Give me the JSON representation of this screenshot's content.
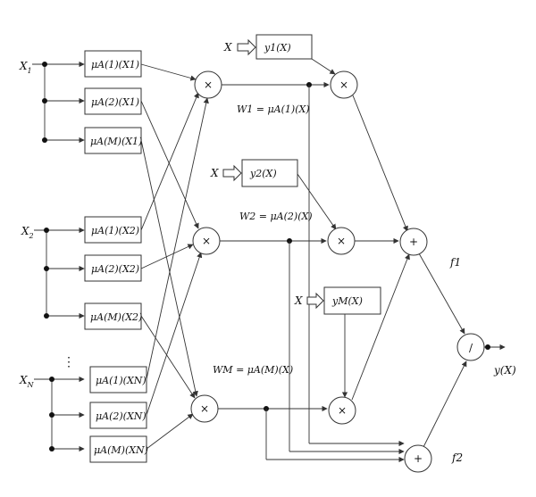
{
  "inputs": [
    "X1",
    "X2",
    "XN"
  ],
  "input_labels": {
    "x1": "X",
    "x1_sub": "1",
    "x2": "X",
    "x2_sub": "2",
    "xn": "X",
    "xn_sub": "N"
  },
  "vertical_ellipsis": "⋮",
  "membership_boxes": {
    "b11": "μA(1)(X1)",
    "b21": "μA(2)(X1)",
    "bM1": "μA(M)(X1)",
    "b12": "μA(1)(X2)",
    "b22": "μA(2)(X2)",
    "bM2": "μA(M)(X2)",
    "b1N": "μA(1)(XN)",
    "b2N": "μA(2)(XN)",
    "bMN": "μA(M)(XN)"
  },
  "output_functions": {
    "y1": "y1(X)",
    "y2": "y2(X)",
    "yM": "yM(X)"
  },
  "x_input_label": "X",
  "weights": {
    "w1": "W1 = μA(1)(X)",
    "w2": "W2 = μA(2)(X)",
    "wM": "WM = μA(M)(X)"
  },
  "operators": {
    "mult": "×",
    "sum": "+",
    "div": "/"
  },
  "sum_labels": {
    "f1": "f1",
    "f2": "f2"
  },
  "output_label": "y(X)"
}
